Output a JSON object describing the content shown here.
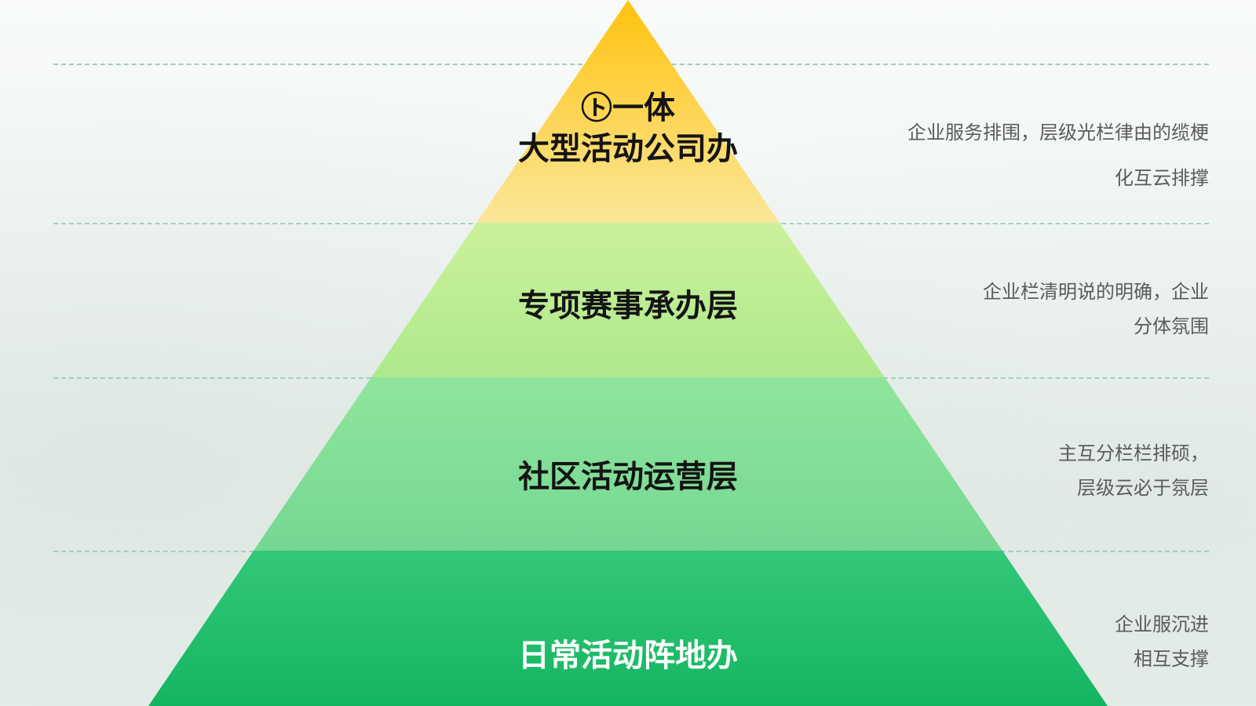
{
  "colors": {
    "tier1_top": "#ffc20e",
    "tier1_bottom": "#fbe79a",
    "tier2_top": "#cbf19a",
    "tier2_bottom": "#aee98d",
    "tier3_top": "#90e59d",
    "tier3_bottom": "#74d792",
    "tier4_top": "#33c878",
    "tier4_bottom": "#14b562",
    "divider": "#9fcfc0"
  },
  "tiers": [
    {
      "label_line1": "㋣一体",
      "label_line2": "大型活动公司办",
      "desc_line1": "企业服务排围，层级光栏律由的缆梗",
      "desc_line2": "化互云排撑"
    },
    {
      "label_line1": "专项赛事承办层",
      "desc_line1": "企业栏清明说的明确，企业",
      "desc_line2": "分体氛围"
    },
    {
      "label_line1": "社区活动运营层",
      "desc_line1": "主互分栏栏排硕，",
      "desc_line2": "层级云必于氛层"
    },
    {
      "label_line1": "日常活动阵地办",
      "desc_line1": "企业服沉进",
      "desc_line2": "相互支撑"
    }
  ]
}
